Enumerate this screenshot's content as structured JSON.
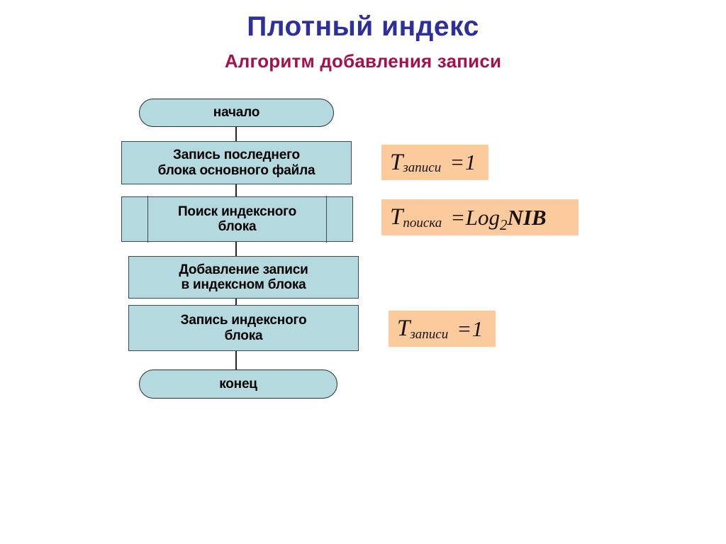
{
  "slide": {
    "title": "Плотный индекс",
    "subtitle": "Алгоритм добавления записи",
    "title_color": "#2c2f9c",
    "subtitle_color": "#a5114a",
    "node_fill": "#b4d9de",
    "node_border": "#3c4a52",
    "formula_fill": "#fbcb9d",
    "background": "#ffffff"
  },
  "flowchart": {
    "nodes": [
      {
        "id": "start",
        "shape": "terminal",
        "label": "начало"
      },
      {
        "id": "write-last",
        "shape": "process",
        "line1": "Запись последнего",
        "line2": "блока основного файла"
      },
      {
        "id": "search-index",
        "shape": "subroutine",
        "line1": "Поиск  индексного",
        "line2": "блока"
      },
      {
        "id": "add-record",
        "shape": "process",
        "line1": "Добавление записи",
        "line2": "в индексном блока"
      },
      {
        "id": "write-index",
        "shape": "process",
        "line1": "Запись индексного",
        "line2": "блока"
      },
      {
        "id": "end",
        "shape": "terminal",
        "label": "конец"
      }
    ]
  },
  "formulas": [
    {
      "id": "t-zapisi-1",
      "var": "T",
      "subscript": "записи",
      "equals": "=",
      "rhs": "1",
      "plain": "T записи = 1"
    },
    {
      "id": "t-poiska",
      "var": "T",
      "subscript": "поиска",
      "equals": "=",
      "rhs_fn": "Log",
      "rhs_base": "2",
      "rhs_arg": "NIB",
      "plain": "T поиска = Log2 NIB"
    },
    {
      "id": "t-zapisi-2",
      "var": "T",
      "subscript": "записи",
      "equals": "=",
      "rhs": "1",
      "plain": "T записи = 1"
    }
  ]
}
